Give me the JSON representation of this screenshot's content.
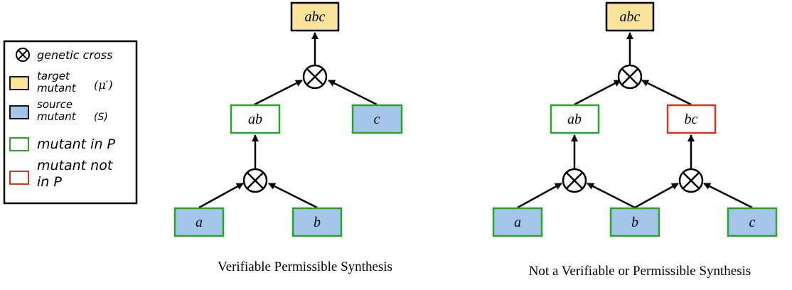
{
  "legend": {
    "cross": "genetic cross",
    "target_line1": "target",
    "target_line2": "mutant",
    "target_symbol": "(μ′)",
    "source_line1": "source",
    "source_line2": "mutant",
    "source_symbol": "(S)",
    "in_p": "mutant in P",
    "not_in_p_line1": "mutant not",
    "not_in_p_line2": "in P"
  },
  "left_diagram": {
    "target": "abc",
    "ab": "ab",
    "c": "c",
    "a": "a",
    "b": "b",
    "caption": "Verifiable Permissible Synthesis"
  },
  "right_diagram": {
    "target": "abc",
    "ab": "ab",
    "bc": "bc",
    "a": "a",
    "b": "b",
    "c": "c",
    "caption": "Not a Verifiable or Permissible Synthesis"
  },
  "colors": {
    "target_fill": "#fbe49a",
    "source_fill": "#a3c5e8",
    "in_p_border": "#2aa52a",
    "not_in_p_border": "#e0301e",
    "line": "#000000"
  }
}
